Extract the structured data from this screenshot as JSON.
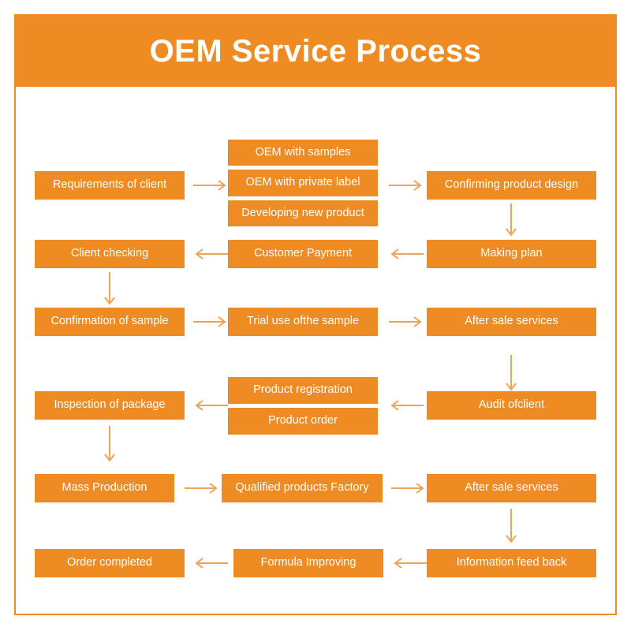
{
  "header": {
    "title": "OEM Service Process",
    "bar_color": "#ee8c23"
  },
  "theme": {
    "box_fill": "#ee8c23",
    "box_text": "#ffffff",
    "arrow_color": "#f0a355",
    "frame_border": "#ee8c23",
    "background": "#ffffff"
  },
  "chart_data": {
    "type": "flowchart",
    "title": "OEM Service Process",
    "direction": "boustrophedon (left-to-right, then right-to-left)",
    "nodes": [
      {
        "id": "n1",
        "label": "Requirements of client",
        "row": 1,
        "col": "left"
      },
      {
        "id": "n2a",
        "label": "OEM with samples",
        "row": 1,
        "col": "center"
      },
      {
        "id": "n2b",
        "label": "OEM with private label",
        "row": 1,
        "col": "center"
      },
      {
        "id": "n2c",
        "label": "Developing new product",
        "row": 1,
        "col": "center"
      },
      {
        "id": "n3",
        "label": "Confirming product design",
        "row": 1,
        "col": "right"
      },
      {
        "id": "n4",
        "label": "Making plan",
        "row": 2,
        "col": "right"
      },
      {
        "id": "n5",
        "label": "Customer Payment",
        "row": 2,
        "col": "center"
      },
      {
        "id": "n6",
        "label": "Client checking",
        "row": 2,
        "col": "left"
      },
      {
        "id": "n7",
        "label": "Confirmation of sample",
        "row": 3,
        "col": "left"
      },
      {
        "id": "n8",
        "label": "Trial use ofthe sample",
        "row": 3,
        "col": "center"
      },
      {
        "id": "n9",
        "label": "After sale services",
        "row": 3,
        "col": "right"
      },
      {
        "id": "n10",
        "label": "Audit ofclient",
        "row": 4,
        "col": "right"
      },
      {
        "id": "n11a",
        "label": "Product registration",
        "row": 4,
        "col": "center"
      },
      {
        "id": "n11b",
        "label": "Product order",
        "row": 4,
        "col": "center"
      },
      {
        "id": "n12",
        "label": "Inspection of package",
        "row": 4,
        "col": "left"
      },
      {
        "id": "n13",
        "label": "Mass Production",
        "row": 5,
        "col": "left"
      },
      {
        "id": "n14",
        "label": "Qualified products Factory",
        "row": 5,
        "col": "center"
      },
      {
        "id": "n15",
        "label": "After sale services",
        "row": 5,
        "col": "right"
      },
      {
        "id": "n16",
        "label": "Information feed back",
        "row": 6,
        "col": "right"
      },
      {
        "id": "n17",
        "label": "Formula Improving",
        "row": 6,
        "col": "center"
      },
      {
        "id": "n18",
        "label": "Order completed",
        "row": 6,
        "col": "left"
      }
    ],
    "edges": [
      {
        "from": "n1",
        "to": "n2b",
        "dir": "right"
      },
      {
        "from": "n2b",
        "to": "n3",
        "dir": "right"
      },
      {
        "from": "n3",
        "to": "n4",
        "dir": "down"
      },
      {
        "from": "n4",
        "to": "n5",
        "dir": "left"
      },
      {
        "from": "n5",
        "to": "n6",
        "dir": "left"
      },
      {
        "from": "n6",
        "to": "n7",
        "dir": "down"
      },
      {
        "from": "n7",
        "to": "n8",
        "dir": "right"
      },
      {
        "from": "n8",
        "to": "n9",
        "dir": "right"
      },
      {
        "from": "n9",
        "to": "n10",
        "dir": "down"
      },
      {
        "from": "n10",
        "to": "n11a",
        "dir": "left"
      },
      {
        "from": "n11a",
        "to": "n12",
        "dir": "left"
      },
      {
        "from": "n12",
        "to": "n13",
        "dir": "down"
      },
      {
        "from": "n13",
        "to": "n14",
        "dir": "right"
      },
      {
        "from": "n14",
        "to": "n15",
        "dir": "right"
      },
      {
        "from": "n15",
        "to": "n16",
        "dir": "down"
      },
      {
        "from": "n16",
        "to": "n17",
        "dir": "left"
      },
      {
        "from": "n17",
        "to": "n18",
        "dir": "left"
      }
    ]
  }
}
